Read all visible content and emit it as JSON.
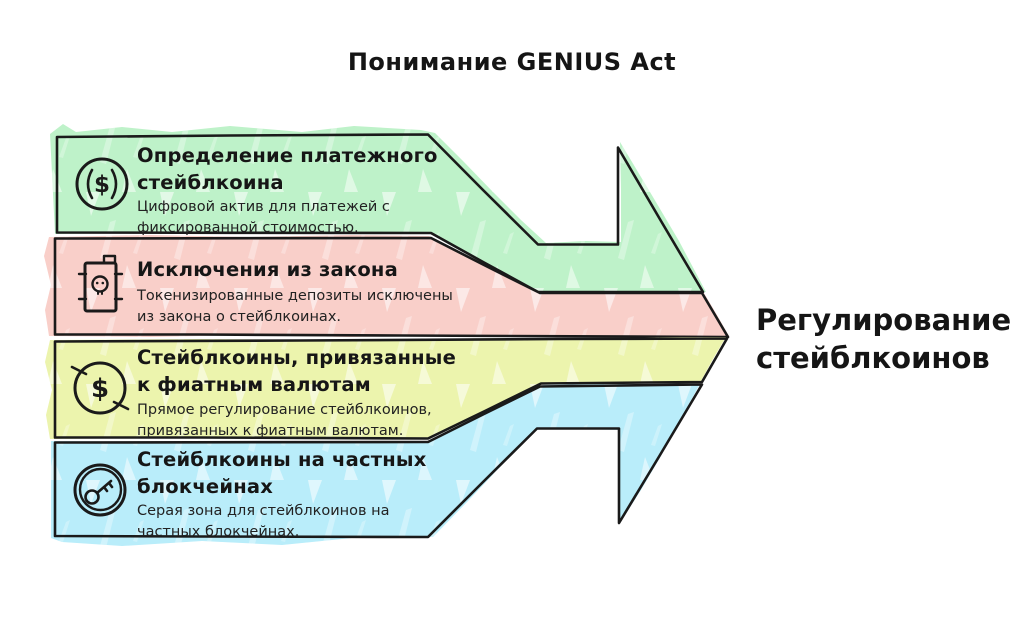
{
  "title": "Понимание GENIUS Act",
  "result": {
    "label_lines": [
      "Регулирование",
      "стейблкоинов"
    ]
  },
  "colors": {
    "background": "#ffffff",
    "outline": "#1a1a1a",
    "text": "#161616"
  },
  "bands": [
    {
      "name": "payment-stablecoin-definition",
      "color": "#bef2c9",
      "icon": "dollar-coin-icon",
      "title_lines": [
        "Определение платежного",
        "стейблкоина"
      ],
      "desc_lines": [
        "Цифровой актив для платежей с",
        "фиксированной стоимостью."
      ]
    },
    {
      "name": "law-exclusions",
      "color": "#f9cfc9",
      "icon": "toxic-barrel-icon",
      "title_lines": [
        "Исключения из закона"
      ],
      "desc_lines": [
        "Токенизированные депозиты исключены",
        "из закона о стейблкоинах."
      ]
    },
    {
      "name": "fiat-pegged-stablecoins",
      "color": "#ecf4ad",
      "icon": "dollar-slash-coin-icon",
      "title_lines": [
        "Стейблкоины, привязанные",
        "к фиатным валютам"
      ],
      "desc_lines": [
        "Прямое регулирование стейблкоинов,",
        "привязанных к фиатным валютам."
      ]
    },
    {
      "name": "private-blockchain-stablecoins",
      "color": "#b9edfa",
      "icon": "key-coin-icon",
      "title_lines": [
        "Стейблкоины на частных",
        "блокчейнах"
      ],
      "desc_lines": [
        "Серая зона для стейблкоинов на",
        "частных блокчейнах."
      ]
    }
  ]
}
